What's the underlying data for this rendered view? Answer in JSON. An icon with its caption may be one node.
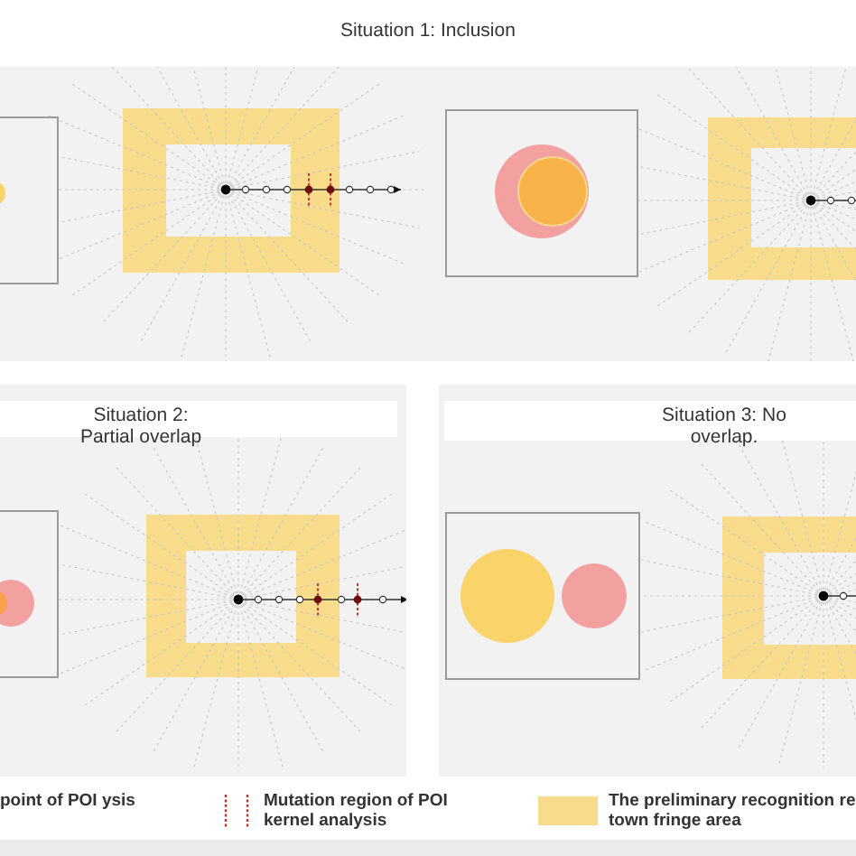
{
  "diagram": {
    "nodes": [
      {
        "text": [
          "Situation 1: Inclusion"
        ]
      },
      {
        "text": [
          "Situation 2: Partial overlap"
        ]
      },
      {
        "text": [
          "Situation 3: No overlap."
        ]
      }
    ],
    "legend": [
      {
        "text": "point of POI ysis"
      },
      {
        "text": "Mutation region of POI kernel analysis"
      },
      {
        "text": "The preliminary recognition re town fringe area",
        "color": "#f9dc8b"
      }
    ]
  }
}
